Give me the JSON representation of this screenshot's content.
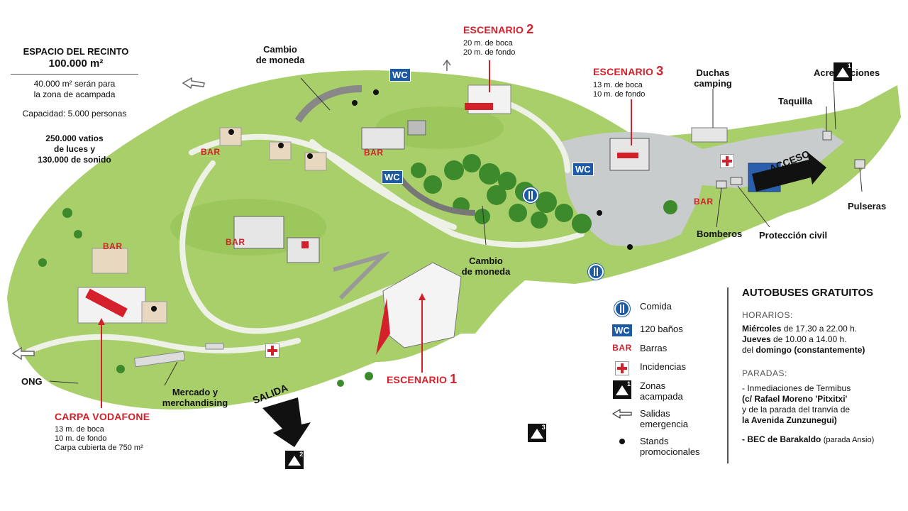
{
  "info": {
    "title": "ESPACIO DEL RECINTO",
    "area": "100.000 m²",
    "camp_line1": "40.000 m² serán para",
    "camp_line2": "la zona de acampada",
    "capacity": "Capacidad: 5.000 personas",
    "power_line1": "250.000 vatios",
    "power_line2": "de luces y",
    "power_line3": "130.000 de sonido"
  },
  "stages": {
    "s1": {
      "name": "ESCENARIO",
      "num": "1"
    },
    "s2": {
      "name": "ESCENARIO",
      "num": "2",
      "line1": "20 m. de boca",
      "line2": "20 m. de fondo"
    },
    "s3": {
      "name": "ESCENARIO",
      "num": "3",
      "line1": "13 m. de boca",
      "line2": "10 m. de fondo"
    },
    "vodafone": {
      "name": "CARPA VODAFONE",
      "line1": "13 m. de boca",
      "line2": "10 m. de fondo",
      "line3": "Carpa cubierta de 750 m²"
    }
  },
  "places": {
    "cambio_top_1": "Cambio",
    "cambio_top_2": "de moneda",
    "cambio_mid_1": "Cambio",
    "cambio_mid_2": "de moneda",
    "duchas_1": "Duchas",
    "duchas_2": "camping",
    "acreditaciones": "Acreditaciones",
    "taquilla": "Taquilla",
    "acceso": "ACCESO",
    "pulseras": "Pulseras",
    "bomberos": "Bomberos",
    "proteccion": "Protección civil",
    "ong": "ONG",
    "mercado_1": "Mercado y",
    "mercado_2": "merchandising",
    "salida": "SALIDA"
  },
  "signs": {
    "wc": "WC",
    "bar": "BAR",
    "tent1": "1",
    "tent2": "2",
    "tent3": "3"
  },
  "legend": [
    {
      "icon": "food-icon",
      "label": "Comida"
    },
    {
      "icon": "wc-icon",
      "label": "120 baños"
    },
    {
      "icon": "bar-icon",
      "label": "Barras"
    },
    {
      "icon": "first-aid-icon",
      "label": "Incidencias"
    },
    {
      "icon": "camping-tent-icon",
      "label": "Zonas\nacampada"
    },
    {
      "icon": "exit-arrow-icon",
      "label": "Salidas\nemergencia"
    },
    {
      "icon": "stand-dot-icon",
      "label": "Stands\npromocionales"
    }
  ],
  "legend_labels": {
    "comida": "Comida",
    "banos": "120 baños",
    "barras": "Barras",
    "incidencias": "Incidencias",
    "zonas_1": "Zonas",
    "zonas_2": "acampada",
    "salidas_1": "Salidas",
    "salidas_2": "emergencia",
    "stands_1": "Stands",
    "stands_2": "promocionales"
  },
  "bus": {
    "title": "AUTOBUSES GRATUITOS",
    "horarios": "HORARIOS:",
    "h1_day": "Miércoles",
    "h1_time": "de 17.30 a 22.00 h.",
    "h2_day": "Jueves",
    "h2_time": "de 10.00 a 14.00 h.",
    "h3_pre": "del",
    "h3_day": "domingo",
    "h3_post": "(constantemente)",
    "paradas": "PARADAS:",
    "p1_line1": "- Inmediaciones de Termibus",
    "p1_line2": "(c/ Rafael Moreno 'Pitxitxi'",
    "p1_line3": "y de la parada del tranvía de",
    "p1_line4": "la Avenida Zunzunegui)",
    "p2_main": "- BEC de Barakaldo",
    "p2_note": "(parada Ansio)"
  },
  "colors": {
    "grass": "#a9cf6b",
    "grass_dark": "#8fbf4e",
    "path": "#eef1e6",
    "tree": "#3d8a2c",
    "accent_red": "#d4202a",
    "wc_blue": "#1c5aa6",
    "pavement": "#c8cccd"
  }
}
